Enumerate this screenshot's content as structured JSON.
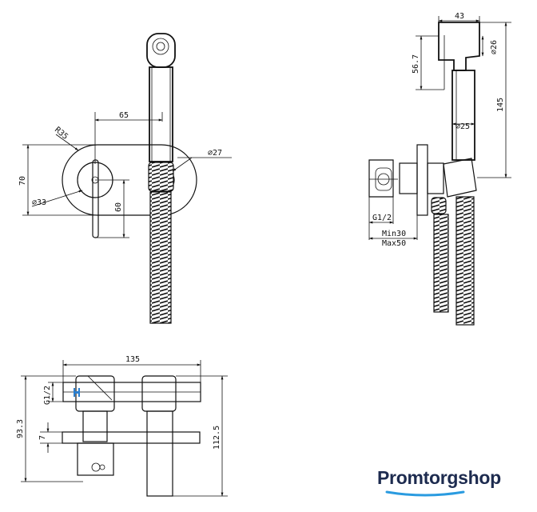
{
  "dimensions": {
    "front": {
      "width_65": "65",
      "radius_r35": "R35",
      "diameter_27": "∅27",
      "height_70": "70",
      "diameter_33": "∅33",
      "height_60": "60"
    },
    "side": {
      "width_43": "43",
      "height_56_7": "56.7",
      "diameter_26": "∅26",
      "height_145": "145",
      "diameter_25": "∅25",
      "thread_g12": "G1/2",
      "min30": "Min30",
      "max50": "Max50"
    },
    "bottom": {
      "width_135": "135",
      "thread_g12": "G1/2",
      "height_93_3": "93.3",
      "offset_7": "7",
      "height_112_5": "112.5"
    }
  },
  "brand": {
    "part1": "Promtorg",
    "part2": "shop",
    "accent_color": "#2a9be0",
    "text_color": "#1d2b4f"
  }
}
